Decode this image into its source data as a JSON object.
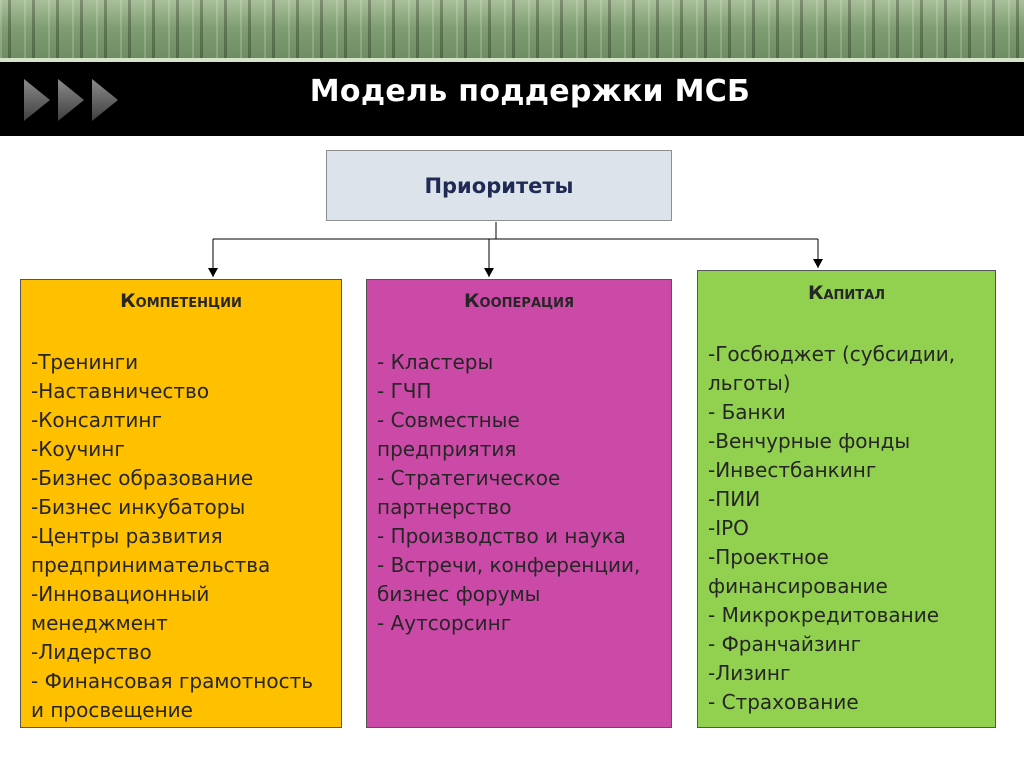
{
  "header": {
    "title": "Модель поддержки МСБ",
    "chevron_icon": "triple-chevron-right-icon"
  },
  "root": {
    "label": "Приоритеты"
  },
  "columns": [
    {
      "title": "Компетенции",
      "color": "#ffc000",
      "items": [
        "-Тренинги",
        "-Наставничество",
        "-Консалтинг",
        "-Коучинг",
        "-Бизнес образование",
        "-Бизнес инкубаторы",
        "-Центры развития предпринимательства",
        "-Инновационный менеджмент",
        "-Лидерство",
        "- Финансовая грамотность и просвещение"
      ]
    },
    {
      "title": "Кооперация",
      "color": "#cc4aa7",
      "items": [
        "- Кластеры",
        "- ГЧП",
        "- Совместные предприятия",
        "- Стратегическое партнерство",
        "- Производство и наука",
        "- Встречи, конференции, бизнес форумы",
        "- Аутсорсинг"
      ]
    },
    {
      "title": "Капитал",
      "color": "#92d050",
      "items": [
        "-Госбюджет (субсидии, льготы)",
        "- Банки",
        "-Венчурные фонды",
        "-Инвестбанкинг",
        "-ПИИ",
        "-IPO",
        "-Проектное финансирование",
        "- Микрокредитование",
        "- Франчайзинг",
        "-Лизинг",
        "- Страхование"
      ]
    }
  ]
}
